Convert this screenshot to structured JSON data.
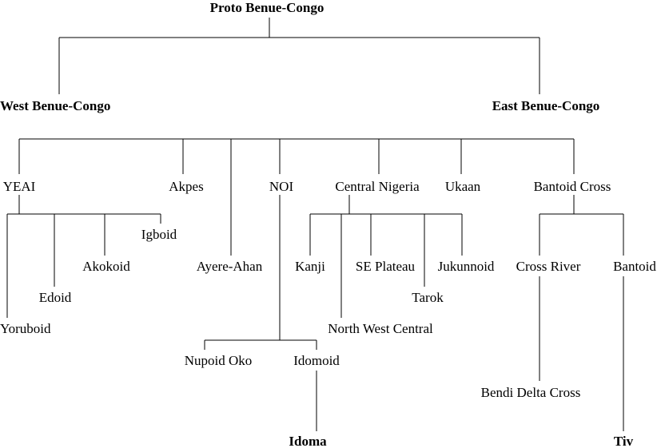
{
  "tree": {
    "root": "Proto Benue-Congo",
    "west": "West Benue-Congo",
    "east": "East Benue-Congo",
    "yeai": "YEAI",
    "akpes": "Akpes",
    "noi": "NOI",
    "central_nigeria": "Central Nigeria",
    "ukaan": "Ukaan",
    "bantoid_cross": "Bantoid Cross",
    "igboid": "Igboid",
    "akokoid": "Akokoid",
    "edoid": "Edoid",
    "yoruboid": "Yoruboid",
    "ayere_ahan": "Ayere-Ahan",
    "kanji": "Kanji",
    "se_plateau": "SE Plateau",
    "jukunnoid": "Jukunnoid",
    "tarok": "Tarok",
    "north_west_central": "North West Central",
    "cross_river": "Cross River",
    "bantoid": "Bantoid",
    "nupoid_oko": "Nupoid Oko",
    "idomoid": "Idomoid",
    "bendi_delta_cross": "Bendi Delta Cross",
    "idoma": "Idoma",
    "tiv": "Tiv"
  }
}
